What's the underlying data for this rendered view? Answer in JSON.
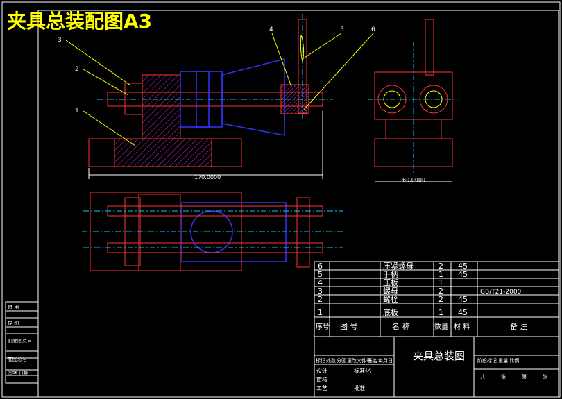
{
  "title": "夹具总装配图A3",
  "dimensions": {
    "front_width": "170.0000",
    "side_width": "60.0000"
  },
  "leaders": {
    "l1": "1",
    "l2": "2",
    "l3": "3",
    "l4": "4",
    "l5": "5",
    "l6": "6"
  },
  "bom": {
    "rows": [
      {
        "seq": "6",
        "name": "压紧螺母",
        "qty": "2",
        "material": "45",
        "note": ""
      },
      {
        "seq": "5",
        "name": "手柄",
        "qty": "1",
        "material": "45",
        "note": ""
      },
      {
        "seq": "4",
        "name": "压板",
        "qty": "1",
        "material": "",
        "note": ""
      },
      {
        "seq": "3",
        "name": "螺母",
        "qty": "2",
        "material": "",
        "note": "GB/T21-2000"
      },
      {
        "seq": "2",
        "name": "螺栓",
        "qty": "2",
        "material": "45",
        "note": ""
      },
      {
        "seq": "1",
        "name": "底板",
        "qty": "1",
        "material": "45",
        "note": ""
      }
    ],
    "header": {
      "seq": "序号",
      "drawing_no": "图 号",
      "name": "名 称",
      "qty": "数量",
      "material": "材 料",
      "note": "备 注"
    }
  },
  "title_block": {
    "drawing_name": "夹具总装图",
    "left_labels": [
      "标记",
      "处数",
      "分区",
      "更改文件号",
      "签名",
      "年月日"
    ],
    "designer": "设计",
    "standardized": "标准化",
    "checker": "审核",
    "process": "工艺",
    "approve": "批准",
    "right_header": "阶段标记   重量   比例",
    "sheet_info": [
      "共",
      "张",
      "第",
      "张"
    ]
  },
  "side_strip": [
    "借 用",
    "描 图",
    "旧底图总号",
    "底图总号",
    "签字 日期"
  ]
}
